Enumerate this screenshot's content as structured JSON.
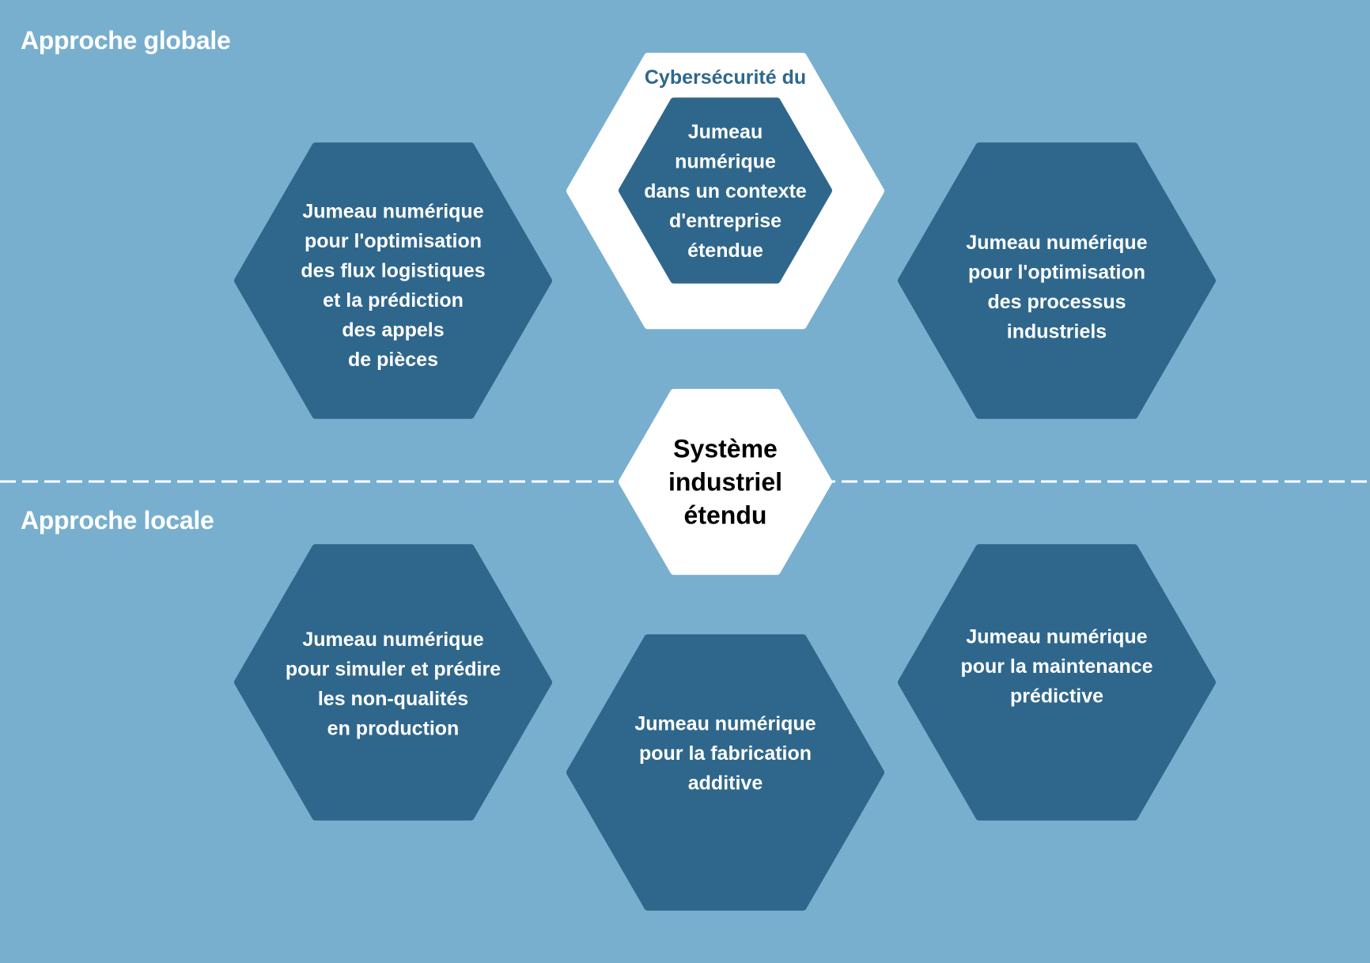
{
  "sections": {
    "global_label": "Approche globale",
    "local_label": "Approche locale"
  },
  "colors": {
    "background": "#78AFCE",
    "hex_dark": "#2F678C",
    "hex_white": "#FFFFFF",
    "text_light": "#FFFFFF",
    "text_dark": "#000000",
    "divider": "#FFFFFF"
  },
  "center": {
    "lines": [
      "Système",
      "industriel",
      "étendu"
    ]
  },
  "cybersecurity": {
    "title": "Cybersécurité du",
    "inner_lines": [
      "Jumeau",
      "numérique",
      "dans un contexte",
      "d'entreprise",
      "étendue"
    ]
  },
  "hexagons": [
    {
      "id": "logistique",
      "group": "global",
      "lines": [
        "Jumeau numérique",
        "pour l'optimisation",
        "des flux logistiques",
        "et la prédiction",
        "des appels",
        "de pièces"
      ]
    },
    {
      "id": "processus",
      "group": "global",
      "lines": [
        "Jumeau numérique",
        "pour l'optimisation",
        "des processus",
        "industriels"
      ]
    },
    {
      "id": "non-qualites",
      "group": "local",
      "lines": [
        "Jumeau numérique",
        "pour simuler et prédire",
        "les non-qualités",
        "en production"
      ]
    },
    {
      "id": "fabrication-additive",
      "group": "local",
      "lines": [
        "Jumeau numérique",
        "pour la fabrication",
        "additive"
      ]
    },
    {
      "id": "maintenance",
      "group": "local",
      "lines": [
        "Jumeau numérique",
        "pour la maintenance",
        "prédictive"
      ]
    }
  ]
}
